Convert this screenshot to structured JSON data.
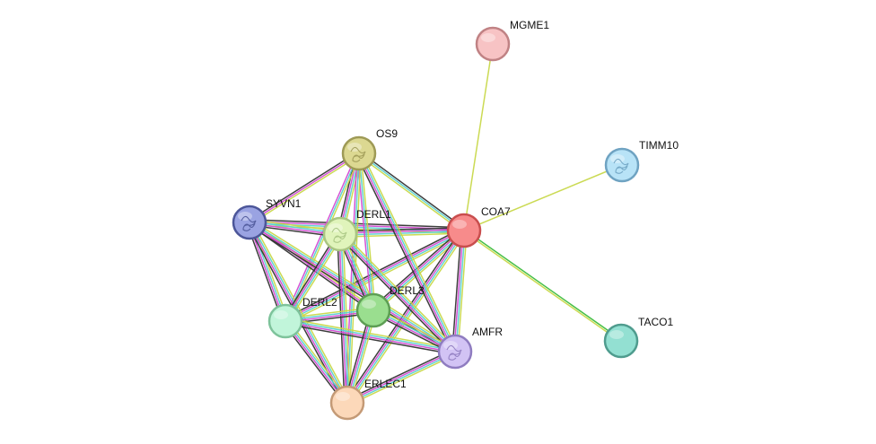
{
  "network": {
    "nodes": [
      {
        "id": "MGME1",
        "label": "MGME1",
        "color": "#f7c3c4",
        "stroke": "#c08284",
        "icon": ""
      },
      {
        "id": "TIMM10",
        "label": "TIMM10",
        "color": "#b8e3f7",
        "stroke": "#6fa3c2",
        "icon": "protein-structure-icon"
      },
      {
        "id": "OS9",
        "label": "OS9",
        "color": "#dcd891",
        "stroke": "#9e9a56",
        "icon": "protein-structure-icon"
      },
      {
        "id": "SYVN1",
        "label": "SYVN1",
        "color": "#9aa3e2",
        "stroke": "#4c5699",
        "icon": "protein-structure-icon"
      },
      {
        "id": "DERL1",
        "label": "DERL1",
        "color": "#e0f4bb",
        "stroke": "#a9c583",
        "icon": "protein-structure-icon"
      },
      {
        "id": "COA7",
        "label": "COA7",
        "color": "#f78b8b",
        "stroke": "#c94e4e",
        "icon": ""
      },
      {
        "id": "DERL3",
        "label": "DERL3",
        "color": "#9ade8f",
        "stroke": "#5d9e54",
        "icon": ""
      },
      {
        "id": "DERL2",
        "label": "DERL2",
        "color": "#c1f5da",
        "stroke": "#7ec39b",
        "icon": ""
      },
      {
        "id": "AMFR",
        "label": "AMFR",
        "color": "#d2c3f4",
        "stroke": "#8f7cc0",
        "icon": "protein-structure-icon"
      },
      {
        "id": "TACO1",
        "label": "TACO1",
        "color": "#93e0d2",
        "stroke": "#4f9c8e",
        "icon": ""
      },
      {
        "id": "ERLEC1",
        "label": "ERLEC1",
        "color": "#fcd8b9",
        "stroke": "#c49a76",
        "icon": ""
      }
    ],
    "edges": [
      {
        "source": "COA7",
        "target": "MGME1",
        "colors": [
          "#c8d84a"
        ]
      },
      {
        "source": "COA7",
        "target": "TIMM10",
        "colors": [
          "#c8d84a"
        ]
      },
      {
        "source": "COA7",
        "target": "TACO1",
        "colors": [
          "#3cbc3c",
          "#c8d84a"
        ]
      },
      {
        "source": "COA7",
        "target": "OS9",
        "colors": [
          "#c8d84a",
          "#5ad0d0",
          "#333333"
        ]
      },
      {
        "source": "COA7",
        "target": "SYVN1",
        "colors": [
          "#c8d84a",
          "#5ad0d0",
          "#d24ad2",
          "#333333"
        ]
      },
      {
        "source": "COA7",
        "target": "DERL1",
        "colors": [
          "#c8d84a",
          "#5ad0d0",
          "#d24ad2",
          "#333333"
        ]
      },
      {
        "source": "COA7",
        "target": "DERL2",
        "colors": [
          "#c8d84a",
          "#5ad0d0",
          "#d24ad2",
          "#333333"
        ]
      },
      {
        "source": "COA7",
        "target": "DERL3",
        "colors": [
          "#c8d84a",
          "#5ad0d0",
          "#d24ad2",
          "#333333"
        ]
      },
      {
        "source": "COA7",
        "target": "AMFR",
        "colors": [
          "#c8d84a",
          "#5ad0d0",
          "#d24ad2",
          "#333333"
        ]
      },
      {
        "source": "COA7",
        "target": "ERLEC1",
        "colors": [
          "#c8d84a",
          "#5ad0d0",
          "#d24ad2",
          "#333333"
        ]
      },
      {
        "source": "OS9",
        "target": "SYVN1",
        "colors": [
          "#c8d84a",
          "#d24ad2",
          "#333333"
        ]
      },
      {
        "source": "OS9",
        "target": "DERL1",
        "colors": [
          "#c8d84a",
          "#5ad0d0",
          "#d24ad2",
          "#333333"
        ]
      },
      {
        "source": "OS9",
        "target": "DERL2",
        "colors": [
          "#c8d84a",
          "#5ad0d0",
          "#d24ad2"
        ]
      },
      {
        "source": "OS9",
        "target": "DERL3",
        "colors": [
          "#c8d84a",
          "#5ad0d0",
          "#d24ad2"
        ]
      },
      {
        "source": "OS9",
        "target": "AMFR",
        "colors": [
          "#c8d84a",
          "#5ad0d0",
          "#d24ad2",
          "#333333"
        ]
      },
      {
        "source": "OS9",
        "target": "ERLEC1",
        "colors": [
          "#c8d84a",
          "#5ad0d0",
          "#d24ad2"
        ]
      },
      {
        "source": "SYVN1",
        "target": "DERL1",
        "colors": [
          "#c8d84a",
          "#5ad0d0",
          "#d24ad2",
          "#333333"
        ]
      },
      {
        "source": "SYVN1",
        "target": "DERL2",
        "colors": [
          "#c8d84a",
          "#5ad0d0",
          "#d24ad2",
          "#333333"
        ]
      },
      {
        "source": "SYVN1",
        "target": "DERL3",
        "colors": [
          "#c8d84a",
          "#d24ad2",
          "#333333"
        ]
      },
      {
        "source": "SYVN1",
        "target": "AMFR",
        "colors": [
          "#c8d84a",
          "#5ad0d0",
          "#d24ad2",
          "#333333"
        ]
      },
      {
        "source": "SYVN1",
        "target": "ERLEC1",
        "colors": [
          "#c8d84a",
          "#5ad0d0",
          "#d24ad2",
          "#333333"
        ]
      },
      {
        "source": "DERL1",
        "target": "DERL2",
        "colors": [
          "#c8d84a",
          "#5ad0d0",
          "#d24ad2",
          "#333333"
        ]
      },
      {
        "source": "DERL1",
        "target": "DERL3",
        "colors": [
          "#c8d84a",
          "#5ad0d0",
          "#d24ad2",
          "#333333"
        ]
      },
      {
        "source": "DERL1",
        "target": "AMFR",
        "colors": [
          "#c8d84a",
          "#5ad0d0",
          "#d24ad2",
          "#333333"
        ]
      },
      {
        "source": "DERL1",
        "target": "ERLEC1",
        "colors": [
          "#c8d84a",
          "#5ad0d0",
          "#d24ad2",
          "#333333"
        ]
      },
      {
        "source": "DERL2",
        "target": "DERL3",
        "colors": [
          "#c8d84a",
          "#5ad0d0",
          "#d24ad2",
          "#333333"
        ]
      },
      {
        "source": "DERL2",
        "target": "AMFR",
        "colors": [
          "#c8d84a",
          "#5ad0d0",
          "#d24ad2",
          "#333333"
        ]
      },
      {
        "source": "DERL2",
        "target": "ERLEC1",
        "colors": [
          "#c8d84a",
          "#5ad0d0",
          "#d24ad2",
          "#333333"
        ]
      },
      {
        "source": "DERL3",
        "target": "AMFR",
        "colors": [
          "#c8d84a",
          "#5ad0d0",
          "#d24ad2",
          "#333333"
        ]
      },
      {
        "source": "DERL3",
        "target": "ERLEC1",
        "colors": [
          "#c8d84a",
          "#5ad0d0",
          "#d24ad2",
          "#333333"
        ]
      },
      {
        "source": "AMFR",
        "target": "ERLEC1",
        "colors": [
          "#c8d84a",
          "#5ad0d0",
          "#d24ad2",
          "#333333"
        ]
      }
    ]
  }
}
